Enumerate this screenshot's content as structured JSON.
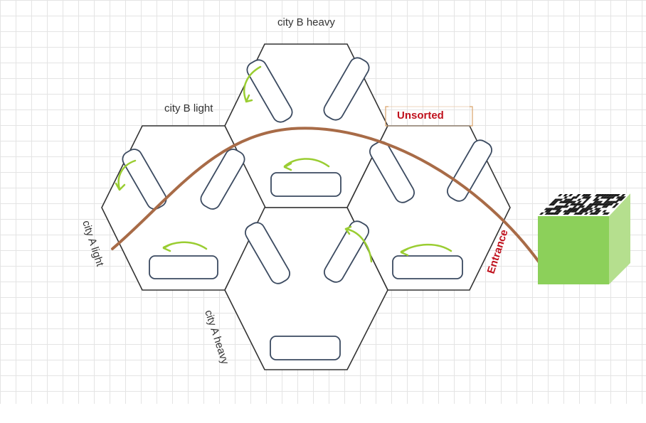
{
  "labels": {
    "city_b_heavy": "city B heavy",
    "city_b_light": "city B light",
    "city_a_light": "city A light",
    "city_a_heavy": "city A heavy",
    "unsorted": "Unsorted",
    "entrance": "Entrance"
  },
  "colors": {
    "path": "#a86b47",
    "arrow": "#9acd32",
    "label_red": "#c0121e",
    "cube_front": "#8cd05a",
    "cube_side": "#b5df8e",
    "grid": "#e4e4e4"
  },
  "icons": {
    "cube": "green-cube-with-qr-top",
    "arrows": "green-curved-arrow"
  }
}
